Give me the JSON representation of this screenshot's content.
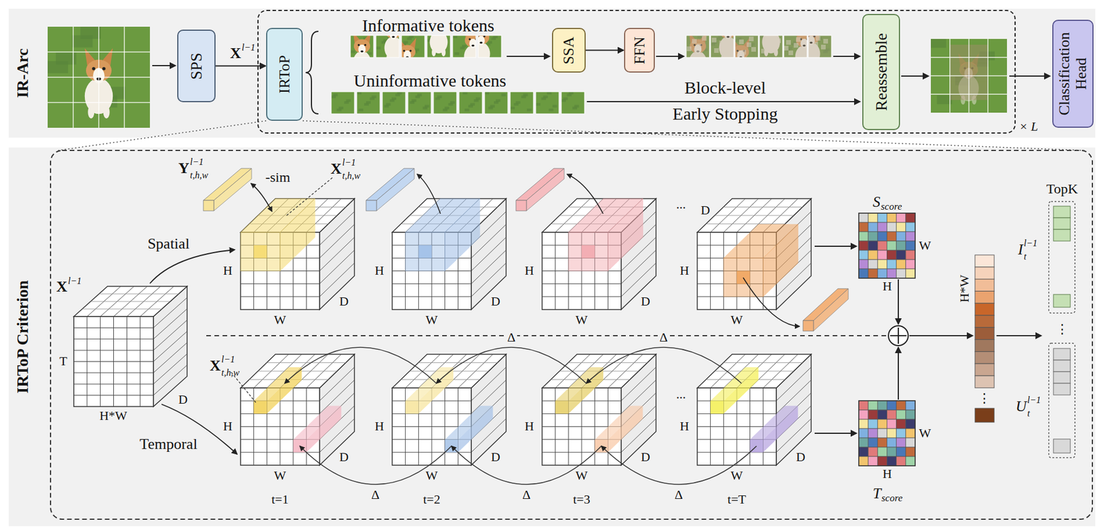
{
  "diagram": {
    "nodes": [
      {
        "text": [
          "IR-Arc"
        ]
      },
      {
        "text": [
          "SPS"
        ],
        "in": 0
      },
      {
        "text": [
          "× L"
        ],
        "in": 0
      },
      {
        "text": [
          "IRToP"
        ],
        "in": 2
      },
      {
        "text": [
          "SSA"
        ],
        "in": 2
      },
      {
        "text": [
          "FFN"
        ],
        "in": 2
      },
      {
        "text": [
          "Reassemble"
        ],
        "in": 2
      },
      {
        "text": [
          "Classification Head"
        ],
        "in": 0
      },
      {
        "text": [
          "IRToP Criterion"
        ]
      }
    ],
    "edges": [
      {
        "from": 1,
        "to": 3,
        "arrow": "to"
      },
      {
        "from": 4,
        "to": 5,
        "arrow": "to"
      }
    ],
    "labels": [
      "X",
      "l−1",
      "Informative tokens",
      "Uninformative tokens",
      "Block-level",
      "Early Stopping",
      "Y",
      "l−1",
      "t,h,w",
      "-sim",
      "X",
      "l−1",
      "t,h,w",
      "Spatial",
      "H",
      "W",
      "D",
      "H",
      "W",
      "D",
      "H",
      "W",
      "D",
      "...",
      "D",
      "H",
      "W",
      "S",
      "score",
      "W",
      "H",
      "X",
      "l−1",
      "T",
      "D",
      "H*W",
      "Temporal",
      "Δ",
      "Δ",
      "X",
      "l−1",
      "t,h,w",
      "H",
      "W",
      "D",
      "H",
      "W",
      "D",
      "H",
      "W",
      "D",
      "...",
      "H",
      "W",
      "D",
      "Δ",
      "Δ",
      "Δ",
      "t=1",
      "t=2",
      "t=3",
      "t=T",
      "T",
      "score",
      "W",
      "H",
      "H*W",
      "⋮",
      "TopK",
      "I",
      "l−1",
      "t",
      "⋮",
      "U",
      "l−1",
      "t"
    ]
  }
}
